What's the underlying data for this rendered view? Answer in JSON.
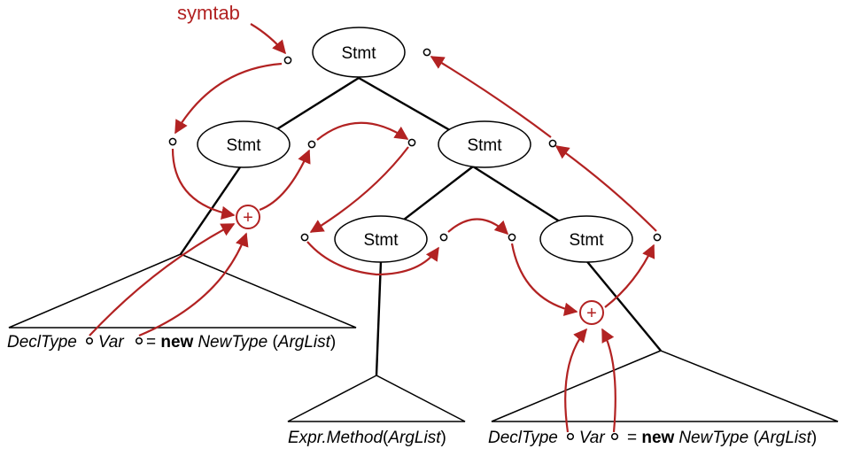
{
  "symtab_label": "symtab",
  "node_label": "Stmt",
  "plus_label": "+",
  "decl1": {
    "decl_type": "DeclType",
    "var": "Var",
    "eq": " = ",
    "new_kw": "new",
    "new_type": "NewType",
    "open_paren": " (",
    "arglist": "ArgList",
    "close_paren": ")"
  },
  "expr": {
    "expr_method": "Expr.Method",
    "open_paren": "(",
    "arglist": "ArgList",
    "close_paren": ")"
  },
  "decl2": {
    "decl_type": "DeclType",
    "var": "Var",
    "eq": " = ",
    "new_kw": "new",
    "new_type": "NewType",
    "open_paren": " (",
    "arglist": "ArgList",
    "close_paren": ")"
  },
  "colors": {
    "arrow": "#b22222",
    "line": "#000000"
  }
}
